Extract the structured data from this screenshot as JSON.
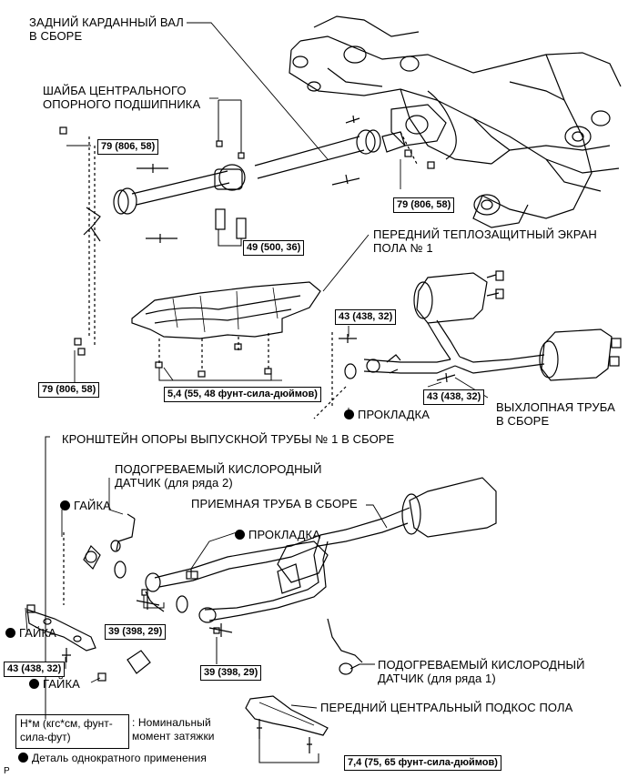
{
  "labels": {
    "rear_driveshaft": [
      "ЗАДНИЙ КАРДАННЫЙ ВАЛ",
      "В СБОРЕ"
    ],
    "center_bearing_washer": [
      "ШАЙБА ЦЕНТРАЛЬНОГО",
      "ОПОРНОГО ПОДШИПНИКА"
    ],
    "front_heat_shield": [
      "ПЕРЕДНИЙ ТЕПЛОЗАЩИТНЫЙ ЭКРАН",
      "ПОЛА № 1"
    ],
    "exhaust_pipe": [
      "ВЫХЛОПНАЯ ТРУБА",
      "В СБОРЕ"
    ],
    "gasket_1": "ПРОКЛАДКА",
    "bracket": "КРОНШТЕЙН ОПОРЫ ВЫПУСКНОЙ ТРУБЫ № 1 В СБОРЕ",
    "o2_sensor_bank2": [
      "ПОДОГРЕВАЕМЫЙ КИСЛОРОДНЫЙ",
      "ДАТЧИК (для ряда 2)"
    ],
    "nut_1": "ГАЙКА",
    "intake_pipe": "ПРИЕМНАЯ ТРУБА В СБОРЕ",
    "gasket_2": "ПРОКЛАДКА",
    "nut_2": "ГАЙКА",
    "nut_3": "ГАЙКА",
    "o2_sensor_bank1": [
      "ПОДОГРЕВАЕМЫЙ КИСЛОРОДНЫЙ",
      "ДАТЧИК (для ряда 1)"
    ],
    "front_center_brace": "ПЕРЕДНИЙ ЦЕНТРАЛЬНЫЙ ПОДКОС ПОЛА"
  },
  "torques": {
    "t79_a": "79 (806, 58)",
    "t79_b": "79 (806, 58)",
    "t79_c": "79 (806, 58)",
    "t49": "49 (500, 36)",
    "t54": "5,4 (55, 48 фунт-сила-дюймов)",
    "t43_a": "43 (438, 32)",
    "t43_b": "43 (438, 32)",
    "t43_c": "43 (438, 32)",
    "t39_a": "39 (398, 29)",
    "t39_b": "39 (398, 29)",
    "t74": "7,4 (75, 65 фунт-сила-дюймов)"
  },
  "legend": {
    "unit": [
      "Н*м (кгс*см, фунт-",
      "сила-фут)"
    ],
    "unit_desc": [
      ": Номинальный",
      "  момент затяжки"
    ],
    "one_time": "Деталь однократного применения"
  },
  "corner_mark": "P"
}
